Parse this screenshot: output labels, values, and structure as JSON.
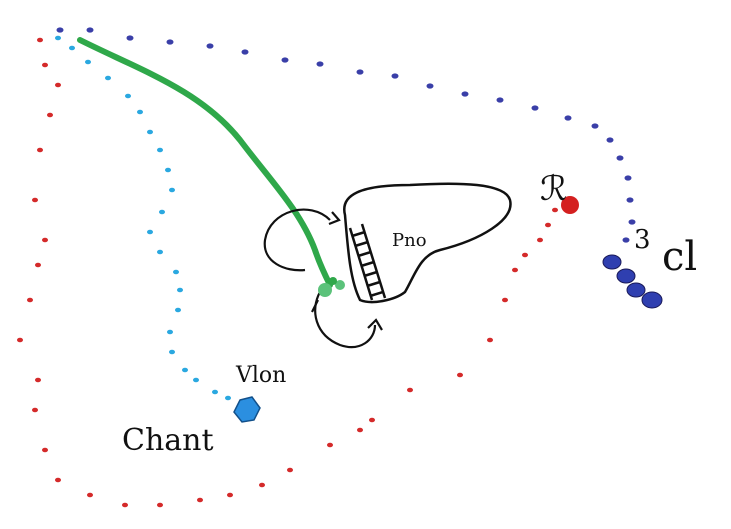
{
  "labels": {
    "pno": "Pno",
    "vlon": "Vlon",
    "chant": "Chant",
    "number_three": "3",
    "top_right_mark": "ℛ",
    "right_mark": "cl"
  },
  "colors": {
    "background": "#ffffff",
    "ink": "#111111",
    "red_dots": "#d42a2a",
    "blue_dots": "#3a3fa8",
    "cyan_dots": "#2aa8e0",
    "green_path": "#2fa84a",
    "red_blob": "#d42020",
    "blue_blob": "#2f3fb0",
    "cyan_blob": "#2b8fe0",
    "green_blob": "#5bc27a"
  },
  "icons": {
    "mystery_object": "scribble-structure-icon"
  }
}
